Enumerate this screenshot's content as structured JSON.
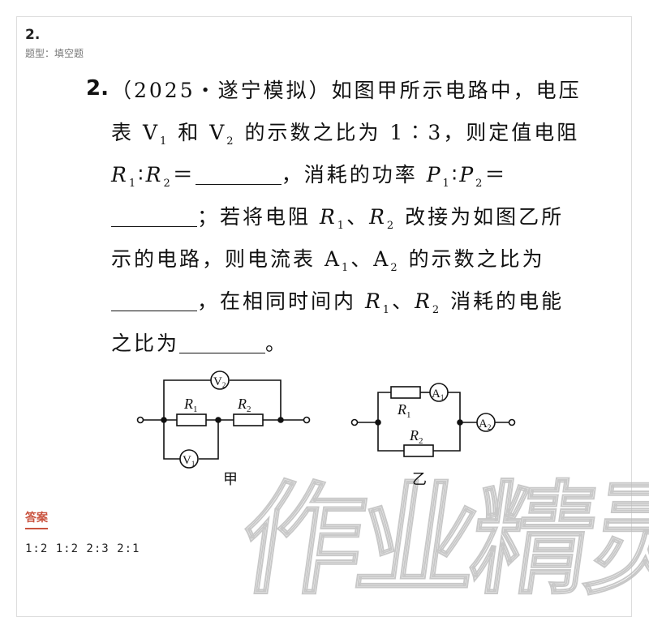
{
  "header": {
    "number": "2.",
    "type": "题型：填空题"
  },
  "question": {
    "number": "2.",
    "lines": [
      [
        {
          "t": "（2025・遂宁模拟）如图甲所示电路中，电压"
        }
      ],
      [
        {
          "t": "表 V"
        },
        {
          "sub": "1"
        },
        {
          "t": " 和 V"
        },
        {
          "sub": "2"
        },
        {
          "t": " 的示数之比为 1∶3，则定值电阻"
        }
      ],
      [
        {
          "i": "R"
        },
        {
          "sub": "1"
        },
        {
          "t": "∶"
        },
        {
          "i": "R"
        },
        {
          "sub": "2"
        },
        {
          "t": "＝"
        },
        {
          "blank": true
        },
        {
          "t": "，消耗的功率 "
        },
        {
          "i": "P"
        },
        {
          "sub": "1"
        },
        {
          "t": "∶"
        },
        {
          "i": "P"
        },
        {
          "sub": "2"
        },
        {
          "t": "＝"
        }
      ],
      [
        {
          "blank": true
        },
        {
          "t": "；若将电阻 "
        },
        {
          "i": "R"
        },
        {
          "sub": "1"
        },
        {
          "t": "、"
        },
        {
          "i": "R"
        },
        {
          "sub": "2"
        },
        {
          "t": " 改接为如图乙所"
        }
      ],
      [
        {
          "t": "示的电路，则电流表 A"
        },
        {
          "sub": "1"
        },
        {
          "t": "、A"
        },
        {
          "sub": "2"
        },
        {
          "t": " 的示数之比为"
        }
      ],
      [
        {
          "blank": true
        },
        {
          "t": "，在相同时间内 "
        },
        {
          "i": "R"
        },
        {
          "sub": "1"
        },
        {
          "t": "、"
        },
        {
          "i": "R"
        },
        {
          "sub": "2"
        },
        {
          "t": " 消耗的电能"
        }
      ],
      [
        {
          "t": "之比为"
        },
        {
          "blank": true
        },
        {
          "t": "。"
        }
      ]
    ]
  },
  "figure": {
    "a": {
      "caption": "甲",
      "r1": "R",
      "r1sub": "1",
      "r2": "R",
      "r2sub": "2",
      "v1": "V",
      "v1sub": "1",
      "v2": "V",
      "v2sub": "2"
    },
    "b": {
      "caption": "乙",
      "r1": "R",
      "r1sub": "1",
      "r2": "R",
      "r2sub": "2",
      "a1": "A",
      "a1sub": "1",
      "a2": "A",
      "a2sub": "2"
    }
  },
  "answer": {
    "label": "答案",
    "text": "1:2  1:2  2:3  2:1"
  },
  "watermark": "作业精灵"
}
